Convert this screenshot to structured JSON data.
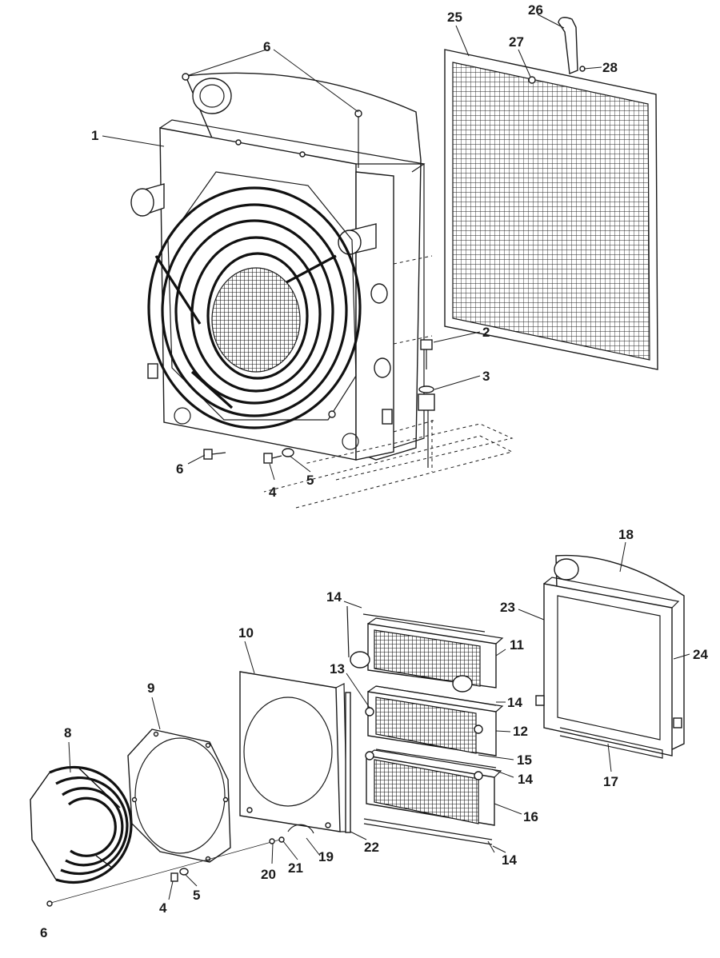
{
  "figure": {
    "callouts": [
      {
        "id": "c1",
        "label": "1"
      },
      {
        "id": "c2",
        "label": "2"
      },
      {
        "id": "c3",
        "label": "3"
      },
      {
        "id": "c4a",
        "label": "4"
      },
      {
        "id": "c5a",
        "label": "5"
      },
      {
        "id": "c6a",
        "label": "6"
      },
      {
        "id": "c6b",
        "label": "6"
      },
      {
        "id": "c25",
        "label": "25"
      },
      {
        "id": "c26",
        "label": "26"
      },
      {
        "id": "c27",
        "label": "27"
      },
      {
        "id": "c28",
        "label": "28"
      },
      {
        "id": "c18",
        "label": "18"
      },
      {
        "id": "c23",
        "label": "23"
      },
      {
        "id": "c24",
        "label": "24"
      },
      {
        "id": "c17",
        "label": "17"
      },
      {
        "id": "c14a",
        "label": "14"
      },
      {
        "id": "c14b",
        "label": "14"
      },
      {
        "id": "c14c",
        "label": "14"
      },
      {
        "id": "c14d",
        "label": "14"
      },
      {
        "id": "c11",
        "label": "11"
      },
      {
        "id": "c12",
        "label": "12"
      },
      {
        "id": "c13",
        "label": "13"
      },
      {
        "id": "c15",
        "label": "15"
      },
      {
        "id": "c16",
        "label": "16"
      },
      {
        "id": "c10",
        "label": "10"
      },
      {
        "id": "c9",
        "label": "9"
      },
      {
        "id": "c8",
        "label": "8"
      },
      {
        "id": "c22",
        "label": "22"
      },
      {
        "id": "c19",
        "label": "19"
      },
      {
        "id": "c20",
        "label": "20"
      },
      {
        "id": "c21",
        "label": "21"
      },
      {
        "id": "c4b",
        "label": "4"
      },
      {
        "id": "c5b",
        "label": "5"
      },
      {
        "id": "c6c",
        "label": "6"
      }
    ]
  }
}
